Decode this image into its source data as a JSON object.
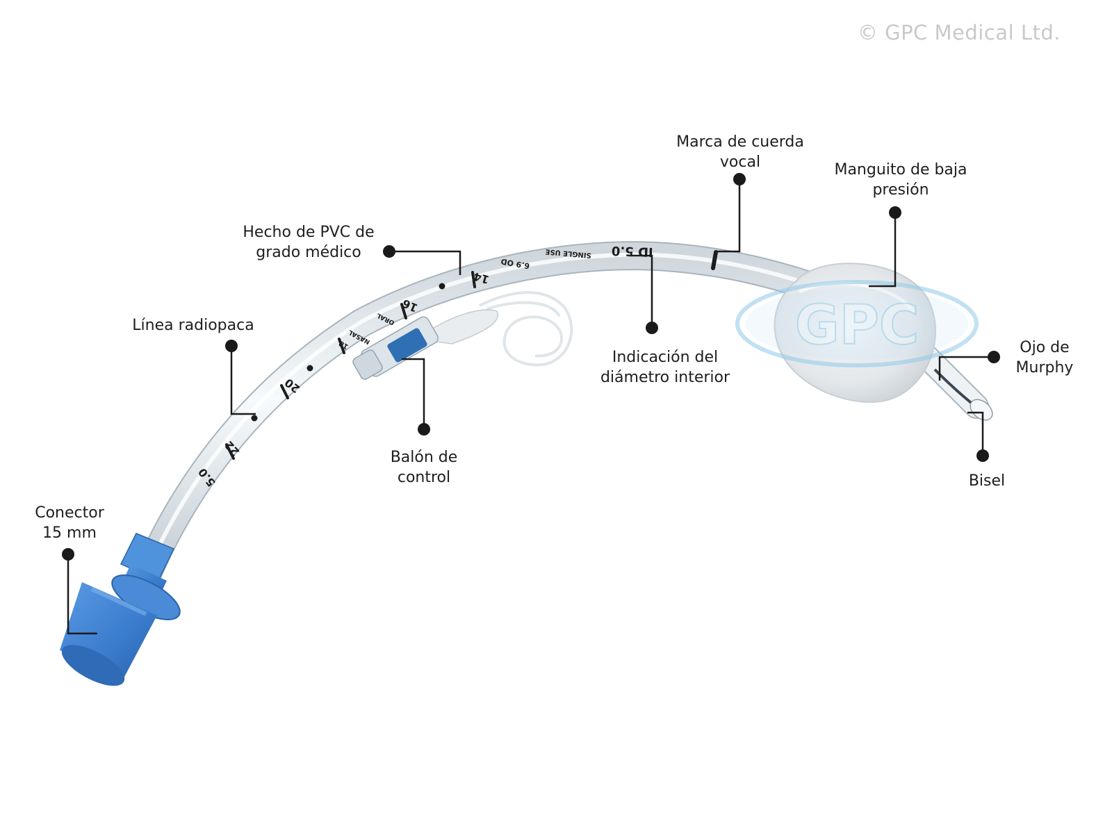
{
  "copyright": "© GPC Medical Ltd.",
  "watermark": "GPC",
  "tube_print": {
    "id": "ID 5.0",
    "single_use": "SINGLE USE",
    "od": "6.9 OD",
    "m14": "14",
    "m16": "16",
    "oral": "ORAL",
    "nasal": "NASAL",
    "m18": "18",
    "m20": "20",
    "m22": "22",
    "size": "5.0"
  },
  "labels": {
    "vocal_cord": [
      "Marca de cuerda",
      "vocal"
    ],
    "cuff": [
      "Manguito de baja",
      "presión"
    ],
    "pvc": [
      "Hecho de PVC de",
      "grado médico"
    ],
    "radiopaque": [
      "Línea radiopaca"
    ],
    "inner_diameter": [
      "Indicación del",
      "diámetro interior"
    ],
    "murphy": [
      "Ojo de",
      "Murphy"
    ],
    "pilot_balloon": [
      "Balón de",
      "control"
    ],
    "bevel": [
      "Bisel"
    ],
    "connector": [
      "Conector",
      "15 mm"
    ]
  },
  "colors": {
    "connector": "#3b7fd1",
    "tube": "#e8eef2",
    "callout": "#1a1a1a",
    "watermark": "#9fd3ef"
  }
}
